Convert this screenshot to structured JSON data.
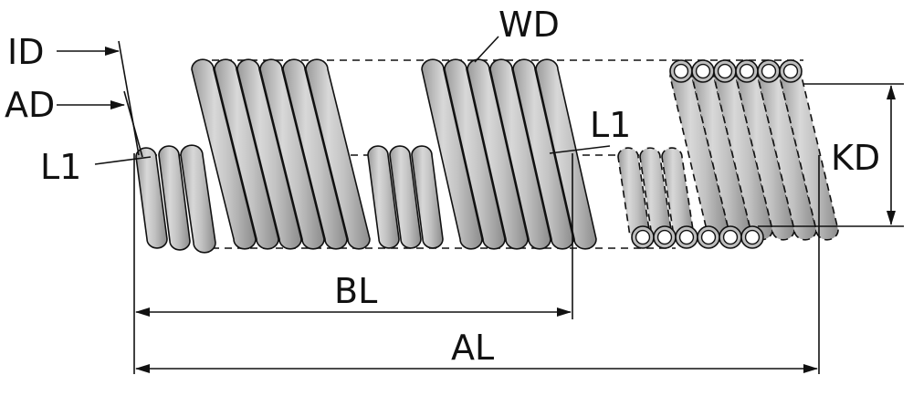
{
  "diagram": {
    "labels": {
      "id": "ID",
      "ad": "AD",
      "l1_left": "L1",
      "l1_mid": "L1",
      "wd": "WD",
      "kd": "KD",
      "bl": "BL",
      "al": "AL"
    },
    "colors": {
      "line": "#111111",
      "coil_fill": "#bdbdbd",
      "coil_highlight": "#e6e6e6",
      "coil_shadow": "#8a8a8a",
      "background": "#ffffff"
    }
  }
}
